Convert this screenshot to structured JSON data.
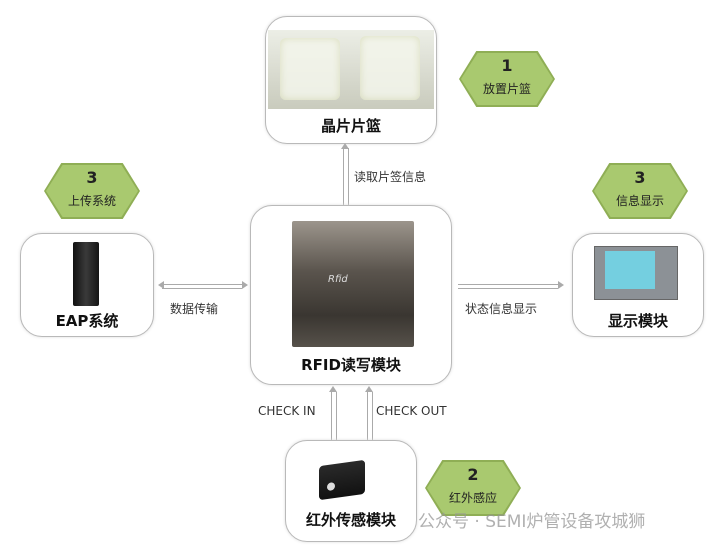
{
  "nodes": {
    "wafer_basket": "晶片片篮",
    "eap": "EAP系统",
    "rfid": "RFID读写模块",
    "display": "显示模块",
    "sensor": "红外传感模块"
  },
  "steps": [
    {
      "num": "1",
      "label": "放置片篮"
    },
    {
      "num": "3",
      "label": "上传系统"
    },
    {
      "num": "3",
      "label": "信息显示"
    },
    {
      "num": "2",
      "label": "红外感应"
    }
  ],
  "edges": {
    "read": "读取片签信息",
    "data": "数据传输",
    "status": "状态信息显示",
    "check_in": "CHECK IN",
    "check_out": "CHECK OUT"
  },
  "device_text": "Rfid",
  "watermark": "公众号 · SEMI炉管设备攻城狮",
  "colors": {
    "hex_fill": "#a9c96f",
    "hex_border": "#8fae55"
  }
}
